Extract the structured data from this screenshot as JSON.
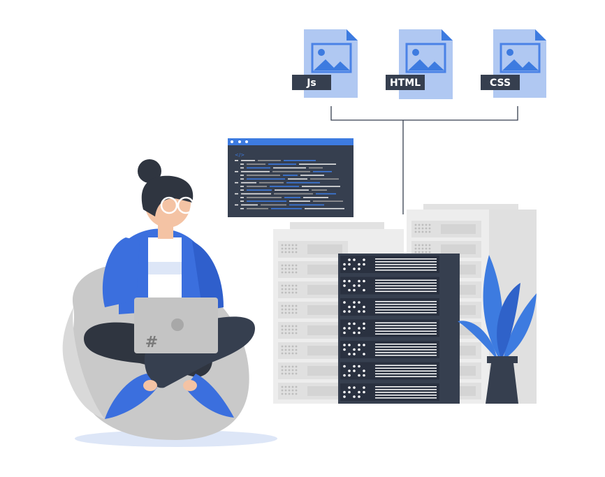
{
  "files": [
    {
      "label": "Js"
    },
    {
      "label": "HTML"
    },
    {
      "label": "CSS"
    }
  ],
  "code_window": {
    "tag": "</>"
  },
  "laptop": {
    "symbol": "#"
  },
  "colors": {
    "accent": "#3d7be0",
    "file_page": "#b0c8f2",
    "dark": "#363f4f",
    "server_light": "#ececec",
    "beanbag": "#c9c9c9",
    "hoodie": "#3b6fde",
    "skin": "#f4c3a4"
  }
}
